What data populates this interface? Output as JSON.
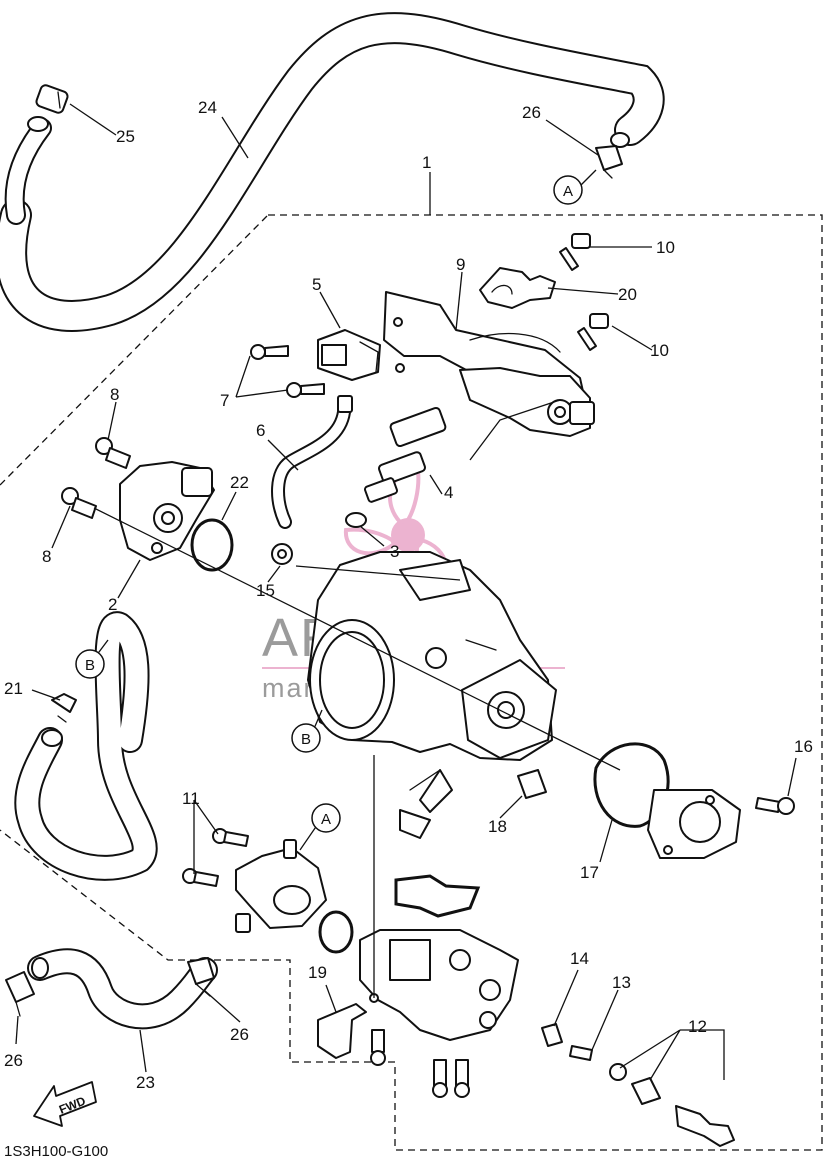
{
  "diagram_code": "1S3H100-G100",
  "fwd_label": "FWD",
  "watermark": {
    "brand": "ARMADA",
    "tagline": "marine outboards",
    "brand_color": "#e9a6c8"
  },
  "callouts": [
    "1",
    "2",
    "3",
    "4",
    "5",
    "6",
    "7",
    "8",
    "8",
    "9",
    "10",
    "10",
    "11",
    "12",
    "13",
    "14",
    "15",
    "16",
    "17",
    "18",
    "19",
    "20",
    "21",
    "22",
    "23",
    "24",
    "25",
    "26",
    "26",
    "26"
  ],
  "reference_marks": [
    "A",
    "A",
    "B",
    "B"
  ]
}
